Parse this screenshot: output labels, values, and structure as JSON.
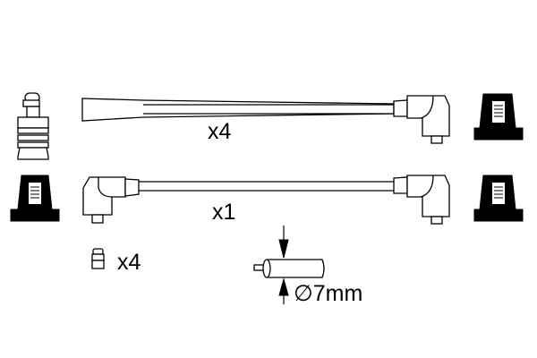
{
  "labels": {
    "ignition_leads_qty": "x4",
    "coil_lead_qty": "x1",
    "suppressor_qty": "x4",
    "cable_diameter": "∅7mm"
  },
  "colors": {
    "line": "#000000",
    "background": "#ffffff"
  }
}
